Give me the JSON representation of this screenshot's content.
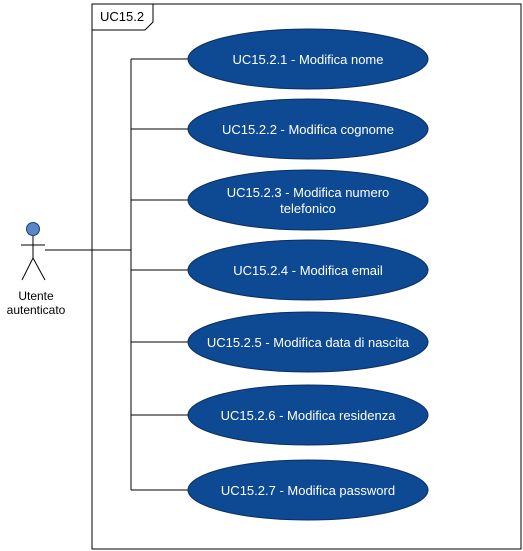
{
  "frame": {
    "label": "UC15.2"
  },
  "actor": {
    "line1": "Utente",
    "line2": "autenticato"
  },
  "use_cases": [
    {
      "lines": [
        "UC15.2.1 - Modifica nome"
      ]
    },
    {
      "lines": [
        "UC15.2.2 - Modifica cognome"
      ]
    },
    {
      "lines": [
        "UC15.2.3 - Modifica numero",
        "telefonico"
      ]
    },
    {
      "lines": [
        "UC15.2.4 - Modifica email"
      ]
    },
    {
      "lines": [
        "UC15.2.5 - Modifica data di nascita"
      ]
    },
    {
      "lines": [
        "UC15.2.6 - Modifica residenza"
      ]
    },
    {
      "lines": [
        "UC15.2.7 - Modifica password"
      ]
    }
  ],
  "colors": {
    "use_case_fill": "#0d4a93",
    "use_case_stroke": "#0b2d5e",
    "actor_head": "#5d86c9",
    "line": "#000000"
  }
}
